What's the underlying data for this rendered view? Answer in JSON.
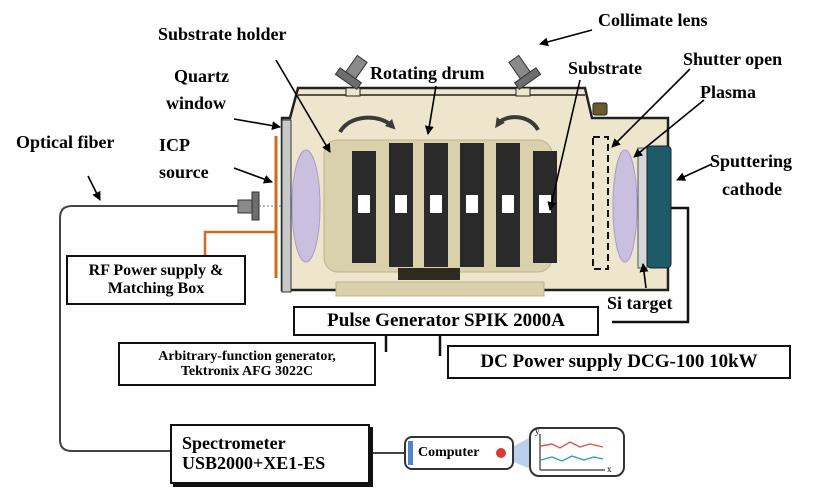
{
  "labels": {
    "substrate_holder": "Substrate holder",
    "collimate_lens": "Collimate lens",
    "quartz_window_1": "Quartz",
    "quartz_window_2": "window",
    "rotating_drum": "Rotating drum",
    "substrate": "Substrate",
    "shutter_open": "Shutter open",
    "plasma": "Plasma",
    "optical_fiber": "Optical fiber",
    "icp_source_1": "ICP",
    "icp_source_2": "source",
    "sputtering_cathode_1": "Sputtering",
    "sputtering_cathode_2": "cathode",
    "si_target": "Si target"
  },
  "boxes": {
    "rf_power_1": "RF Power supply &",
    "rf_power_2": "Matching Box",
    "pulse_generator": "Pulse Generator SPIK 2000A",
    "afg_1": "Arbitrary-function generator,",
    "afg_2": "Tektronix AFG 3022C",
    "dc_power": "DC Power supply DCG-100 10kW",
    "spectrometer_1": "Spectrometer",
    "spectrometer_2": "USB2000+XE1-ES",
    "computer": "Computer"
  },
  "plot_axes": {
    "y": "y",
    "x": "x"
  },
  "colors": {
    "chamber_fill": "#ede6cd",
    "drum_fill": "#d9d1ab",
    "blade": "#2a2a2a",
    "plasma": "#cbbfe0",
    "cathode": "#1f5a68",
    "rf_line": "#d2691e",
    "plot_red": "#e0524f",
    "plot_blue": "#2d9fc0",
    "computer_accent": "#4e86c8",
    "screen_fill": "#b9d0ee"
  }
}
